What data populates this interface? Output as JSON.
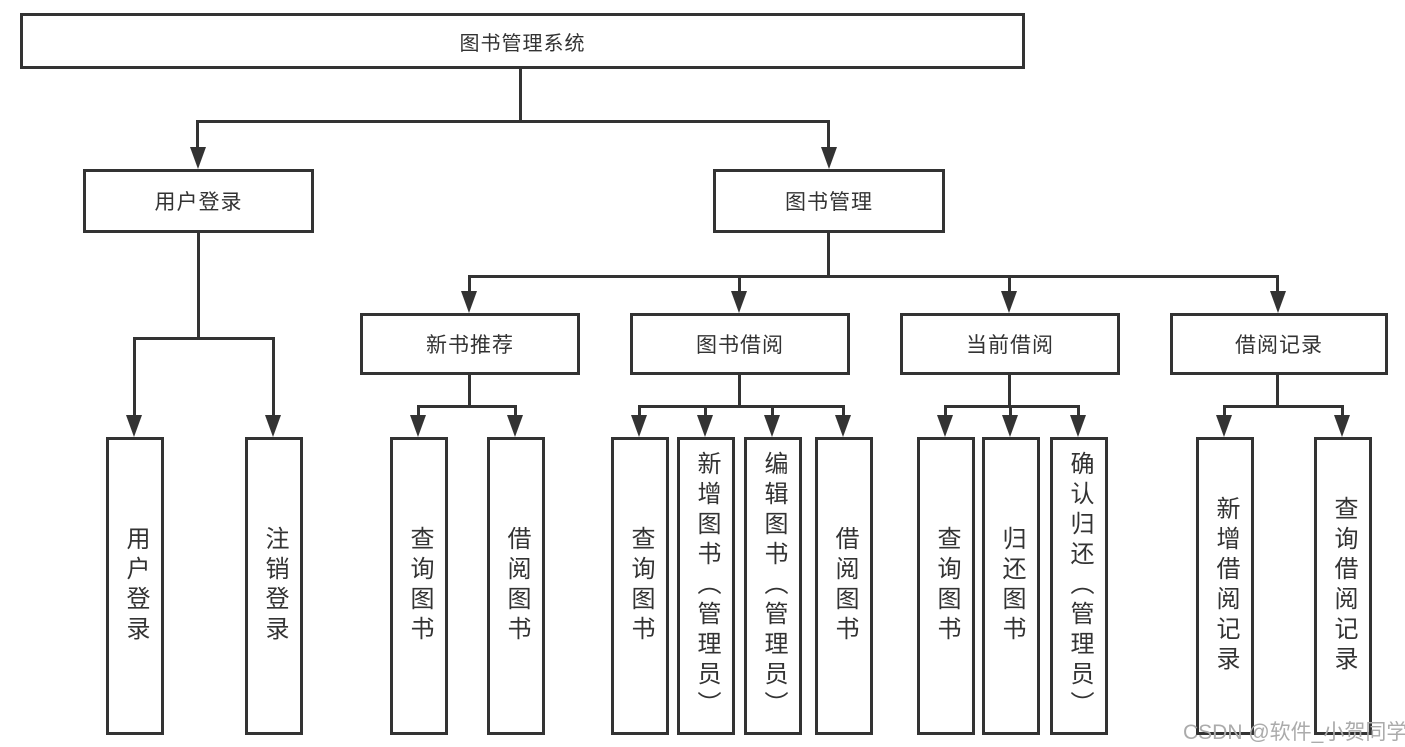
{
  "diagram": {
    "colors": {
      "line": "#333333",
      "text": "#333333",
      "background": "#ffffff",
      "watermark": "#ababab"
    },
    "tree": {
      "label": "图书管理系统",
      "children": [
        {
          "label": "用户登录",
          "children": [
            {
              "label": "用户登录"
            },
            {
              "label": "注销登录"
            }
          ]
        },
        {
          "label": "图书管理",
          "children": [
            {
              "label": "新书推荐",
              "children": [
                {
                  "label": "查询图书"
                },
                {
                  "label": "借阅图书"
                }
              ]
            },
            {
              "label": "图书借阅",
              "children": [
                {
                  "label": "查询图书"
                },
                {
                  "label": "新增图书（管理员）"
                },
                {
                  "label": "编辑图书（管理员）"
                },
                {
                  "label": "借阅图书"
                }
              ]
            },
            {
              "label": "当前借阅",
              "children": [
                {
                  "label": "查询图书"
                },
                {
                  "label": "归还图书"
                },
                {
                  "label": "确认归还（管理员）"
                }
              ]
            },
            {
              "label": "借阅记录",
              "children": [
                {
                  "label": "新增借阅记录"
                },
                {
                  "label": "查询借阅记录"
                }
              ]
            }
          ]
        }
      ]
    },
    "watermark": "CSDN @软件_小贺同学"
  }
}
